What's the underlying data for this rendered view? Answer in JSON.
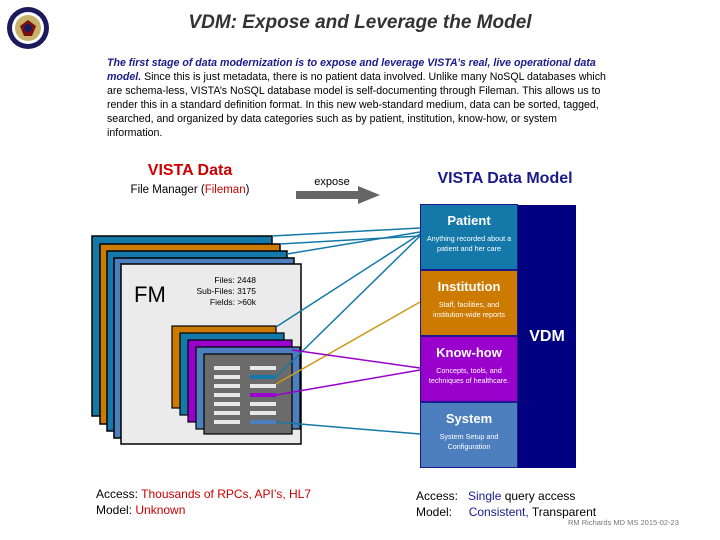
{
  "header": {
    "title": "VDM:  Expose and Leverage the Model"
  },
  "intro": {
    "lead": "The first stage of data modernization is to expose and leverage  VISTA’s real, live operational data model.",
    "body": "  Since this is just metadata, there is no patient data involved.  Unlike many NoSQL databases which are schema-less, VISTA’s NoSQL database model is self-documenting through Fileman.  This allows us to render this in a standard definition format.  In this new web-standard medium, data can be sorted,  tagged, searched, and organized by data categories such as by patient, institution, know-how, or system information."
  },
  "left": {
    "title": "VISTA Data",
    "subtitle_prefix": "File Manager (",
    "subtitle_highlight": "Fileman",
    "subtitle_suffix": ")",
    "fm_label": "FM",
    "stats": {
      "files": "Files:  2448",
      "subfiles": "Sub-Files: 3175",
      "fields": "Fields:  >60k"
    },
    "access_label": "Access: ",
    "access_value": "Thousands of RPCs, API’s,  HL7",
    "model_label": " Model: ",
    "model_value": "Unknown"
  },
  "arrow": {
    "label": "expose"
  },
  "right": {
    "title": "VISTA Data Model",
    "categories": [
      {
        "name": "Patient",
        "desc": "Anything recorded about a patient and her care"
      },
      {
        "name": "Institution",
        "desc": "Staff, facilities, and institution-wide reports"
      },
      {
        "name": "Know-how",
        "desc": "Concepts, tools, and techniques of  healthcare."
      },
      {
        "name": "System",
        "desc": "System Setup and Configuration"
      }
    ],
    "vdm_label": "VDM",
    "access_label": "Access:   ",
    "access_value": "Single",
    "access_suffix": " query access",
    "model_label": "Model:     ",
    "model_value": "Consistent,",
    "model_suffix": " Transparent"
  },
  "footer": {
    "credit": "RM Richards MD MS  2015-02-23"
  },
  "colors": {
    "patient": "#1479a8",
    "institution": "#cc7a00",
    "knowhow": "#9900cc",
    "system": "#4d7fbf",
    "vdm": "#000080",
    "accent_red": "#cc0000",
    "accent_blue": "#1a1a8c"
  }
}
